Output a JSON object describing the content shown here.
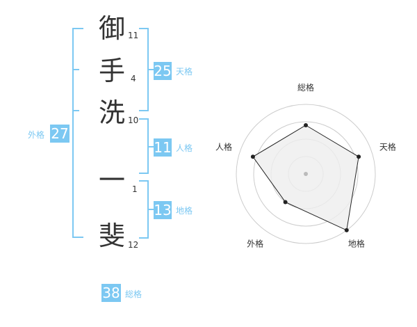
{
  "name": {
    "chars": [
      {
        "char": "御",
        "strokes": "11"
      },
      {
        "char": "手",
        "strokes": "4"
      },
      {
        "char": "洗",
        "strokes": "10"
      },
      {
        "char": "一",
        "strokes": "1"
      },
      {
        "char": "斐",
        "strokes": "12"
      }
    ]
  },
  "scores": {
    "tenkaku": {
      "value": "25",
      "label": "天格"
    },
    "jinkaku": {
      "value": "11",
      "label": "人格"
    },
    "chikaku": {
      "value": "13",
      "label": "地格"
    },
    "gaikaku": {
      "value": "27",
      "label": "外格"
    },
    "soukaku": {
      "value": "38",
      "label": "総格"
    }
  },
  "chart_data": {
    "type": "radar",
    "axes": [
      "総格",
      "天格",
      "地格",
      "外格",
      "人格"
    ],
    "values": [
      0.7,
      0.8,
      1.0,
      0.5,
      0.8
    ],
    "rings": 4,
    "colors": {
      "fill": "#eeeeee",
      "line": "#222222",
      "ring": "#cccccc",
      "center": "#bbbbbb"
    }
  }
}
